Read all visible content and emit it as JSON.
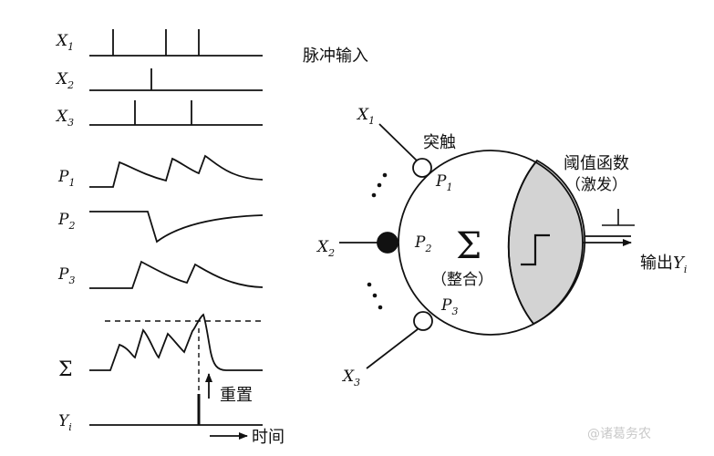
{
  "left_panel": {
    "signals": [
      {
        "id": "x1",
        "base": "X",
        "sub": "1"
      },
      {
        "id": "x2",
        "base": "X",
        "sub": "2"
      },
      {
        "id": "x3",
        "base": "X",
        "sub": "3"
      },
      {
        "id": "p1",
        "base": "P",
        "sub": "1"
      },
      {
        "id": "p2",
        "base": "P",
        "sub": "2"
      },
      {
        "id": "p3",
        "base": "P",
        "sub": "3"
      },
      {
        "id": "sum",
        "base": "Σ",
        "sub": ""
      },
      {
        "id": "y",
        "base": "Y",
        "sub": "i"
      }
    ],
    "pulse_input_label": "脉冲输入",
    "reset_label": "重置",
    "time_label": "时间"
  },
  "neuron": {
    "x1": {
      "base": "X",
      "sub": "1"
    },
    "x2": {
      "base": "X",
      "sub": "2"
    },
    "x3": {
      "base": "X",
      "sub": "3"
    },
    "synapse_label": "突触",
    "p1": {
      "base": "P",
      "sub": "1"
    },
    "p2": {
      "base": "P",
      "sub": "2"
    },
    "p3": {
      "base": "P",
      "sub": "3"
    },
    "sum_symbol": "Σ",
    "integration_label": "（整合）",
    "threshold_label": "阈值函数",
    "fire_label": "（激发）",
    "output_prefix": "输出",
    "output_var": "Y",
    "output_sub": "i"
  },
  "colors": {
    "line": "#111111",
    "threshold_fill": "#d3d3d3"
  },
  "watermark": "@诸葛务农"
}
